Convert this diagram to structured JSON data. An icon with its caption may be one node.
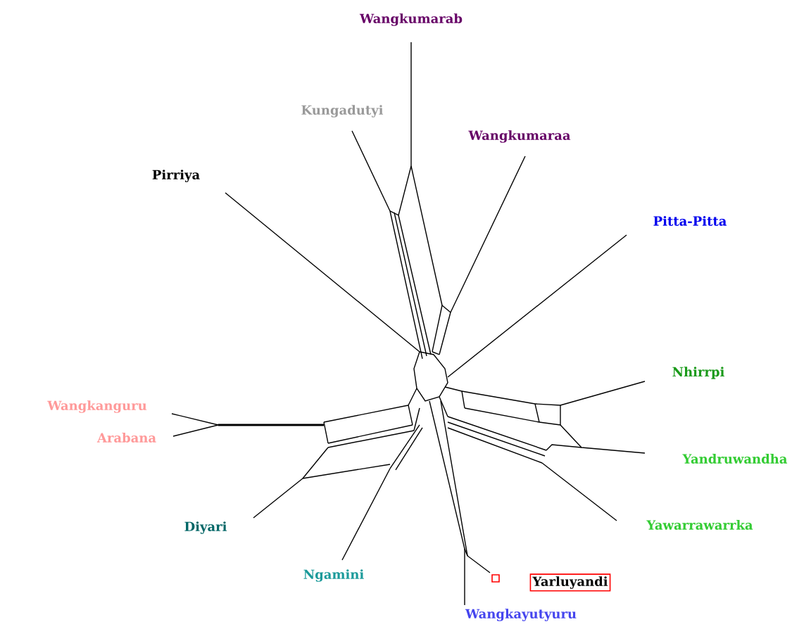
{
  "diagram": {
    "nodes": [
      {
        "text": [
          "Yarluyandi"
        ]
      },
      {
        "text": [],
        "shape": "box"
      }
    ],
    "edges": [],
    "labels": [
      "Wangkumarab",
      "Kungadutyi",
      "Wangkumaraa",
      "Pirriya",
      "Pitta-Pitta",
      "Nhirrpi",
      "Wangkanguru",
      "Arabana",
      "Yandruwandha",
      "Yawarrawarrka",
      "Diyari",
      "Ngamini",
      "Wangkayutyuru"
    ]
  }
}
